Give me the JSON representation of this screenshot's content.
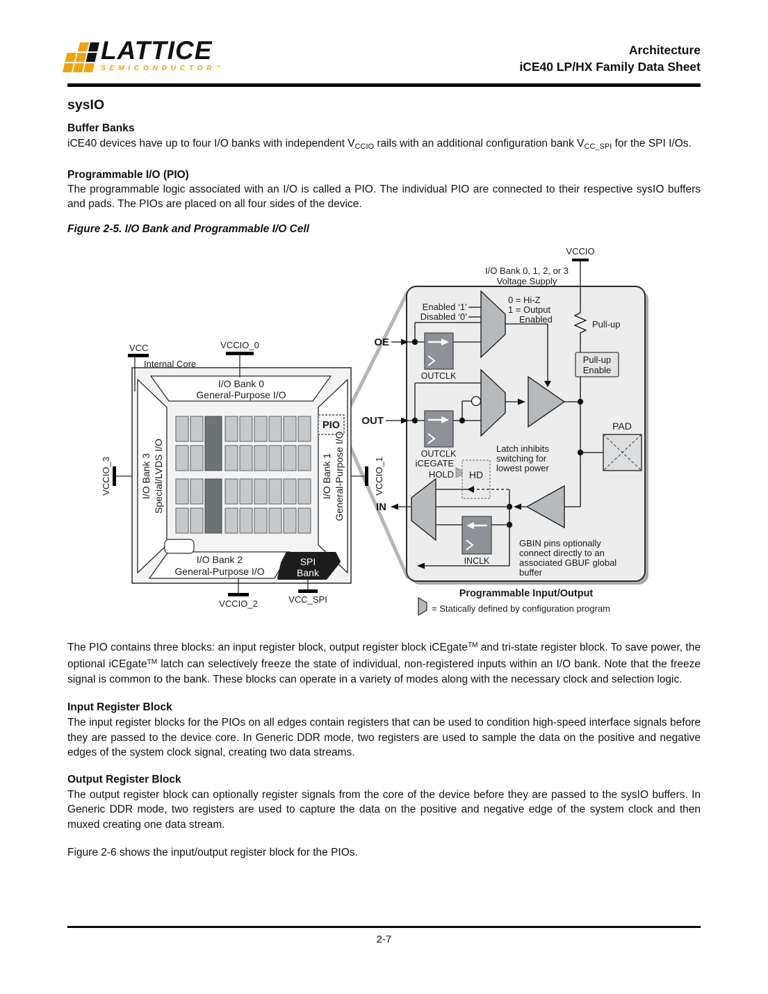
{
  "header": {
    "logo": {
      "brand": "LATTICE",
      "sub": "SEMICONDUCTOR",
      "tm": "™"
    },
    "doc_section": "Architecture",
    "doc_title": "iCE40 LP/HX Family Data Sheet"
  },
  "colors": {
    "logo_orange": "#F0A30A",
    "logo_black": "#111111",
    "pio_cell_fill": "#ededed",
    "register_gray": "#8e9296",
    "mux_gray": "#b6babd",
    "spi_black": "#1d1d1d"
  },
  "content": {
    "h1": "sysIO",
    "s1_head": "Buffer Banks",
    "p1": [
      "iCE40 devices have up to four I/O banks with independent V",
      "CCIO",
      " rails with an additional configuration bank V",
      "CC_SPI",
      " for the SPI I/Os."
    ],
    "s2_head": "Programmable I/O (PIO)",
    "p2": "The programmable logic associated with an I/O is called a PIO. The individual PIO are connected to their respective sysIO buffers and pads. The PIOs are placed on all four sides of the device.",
    "fig_caption": "Figure 2-5. I/O Bank and Programmable I/O Cell",
    "p3": [
      "The PIO contains three blocks: an input register block, output register block iCEgate",
      "TM",
      " and tri-state register block. To save power, the optional iCEgate",
      "TM",
      " latch can selectively freeze the state of individual, non-registered inputs within an I/O bank. Note that the freeze signal is common to the bank. These blocks can operate in a variety of modes along with the necessary clock and selection logic."
    ],
    "s3_head": "Input Register Block",
    "p4": "The input register blocks for the PIOs on all edges contain registers that can be used to condition high-speed interface signals before they are passed to the device core. In Generic DDR mode, two registers are used to sample the data on the positive and negative edges of the system clock signal, creating two data streams.",
    "s4_head": "Output Register Block",
    "p5": "The output register block can optionally register signals from the core of the device before they are passed to the sysIO buffers. In Generic DDR mode, two registers are used to capture the data on the positive and negative edge of the system clock and then muxed creating one data stream.",
    "p6": "Figure 2-6 shows the input/output register block for the PIOs."
  },
  "figure": {
    "chip": {
      "vcc": "VCC",
      "internal_core": "Internal Core",
      "vccio_0": "VCCIO_0",
      "vccio_1": "VCCIO_1",
      "vccio_2": "VCCIO_2",
      "vccio_3": "VCCIO_3",
      "vcc_spi": "VCC_SPI",
      "bank0_line1": "I/O Bank 0",
      "bank0_line2": "General-Purpose I/O",
      "bank1_line1": "I/O Bank 1",
      "bank1_line2": "General-Purpose I/O",
      "bank2_line1": "I/O Bank 2",
      "bank2_line2": "General-Purpose I/O",
      "bank3_line1": "I/O Bank 3",
      "bank3_line2": "Special/LVDS I/O",
      "spi_line1": "SPI",
      "spi_line2": "Bank",
      "pio_label": "PIO"
    },
    "supply_label": "VCCIO",
    "bank_supply_line1": "I/O Bank 0, 1, 2, or 3",
    "bank_supply_line2": "Voltage Supply",
    "enabled_label": "Enabled ‘1’",
    "disabled_label": "Disabled ‘0’",
    "oe_mode_line1": "0 = Hi-Z",
    "oe_mode_line2": "1 = Output",
    "oe_mode_line3": "Enabled",
    "pullup_label": "Pull-up",
    "pullup_enable_line1": "Pull-up",
    "pullup_enable_line2": "Enable",
    "oe_label": "OE",
    "out_label": "OUT",
    "in_label": "IN",
    "outclk_label_oe": "OUTCLK",
    "outclk_label_out": "OUTCLK",
    "inclk_label": "INCLK",
    "icegate_line1": "iCEGATE",
    "icegate_line2": "HOLD",
    "hd_label": "HD",
    "latch_note_line1": "Latch inhibits",
    "latch_note_line2": "switching for",
    "latch_note_line3": "lowest power",
    "pad_label": "PAD",
    "gbin_note_line1": "GBIN pins optionally",
    "gbin_note_line2": "connect directly to an",
    "gbin_note_line3": "associated GBUF global",
    "gbin_note_line4": "buffer",
    "pio_cell_caption": "Programmable Input/Output",
    "legend_text": "= Statically defined by configuration program"
  },
  "footer": {
    "page_number": "2-7"
  }
}
